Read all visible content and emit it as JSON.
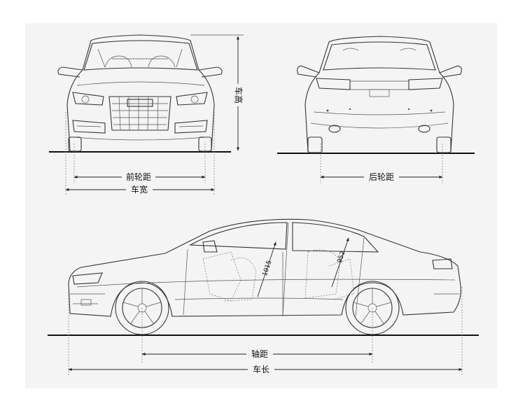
{
  "labels": {
    "height": "车高",
    "front_track": "前轮距",
    "width": "车宽",
    "rear_track": "后轮距",
    "wheelbase": "轴距",
    "length": "车长",
    "front_headroom": "1015",
    "rear_headroom": "952"
  },
  "colors": {
    "background": "#ffffff",
    "sheet": "#f4f4f4",
    "lines": "#333333"
  }
}
